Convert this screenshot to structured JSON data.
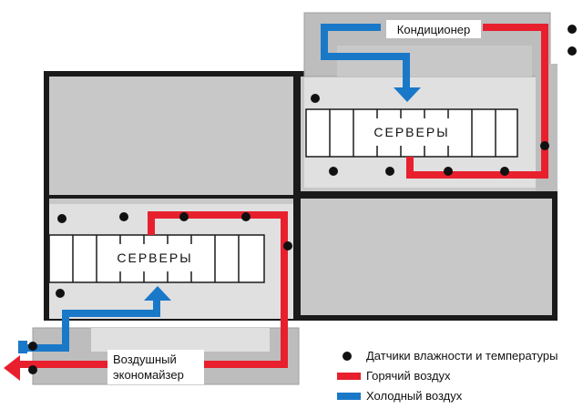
{
  "labels": {
    "conditioner": "Кондиционер",
    "servers_top": "СЕРВЕРЫ",
    "servers_bottom": "СЕРВЕРЫ",
    "economizer_line1": "Воздушный",
    "economizer_line2": "экономайзер"
  },
  "legend": {
    "sensors": "Датчики влажности и температуры",
    "hot_air": "Горячий воздух",
    "cold_air": "Холодный воздух"
  },
  "colors": {
    "hot": "#e8202e",
    "cold": "#1a78c8",
    "room": "#c8c8c8",
    "wall": "#1a1a1a",
    "duct": "#9e9e9e",
    "sensor": "#111111"
  }
}
